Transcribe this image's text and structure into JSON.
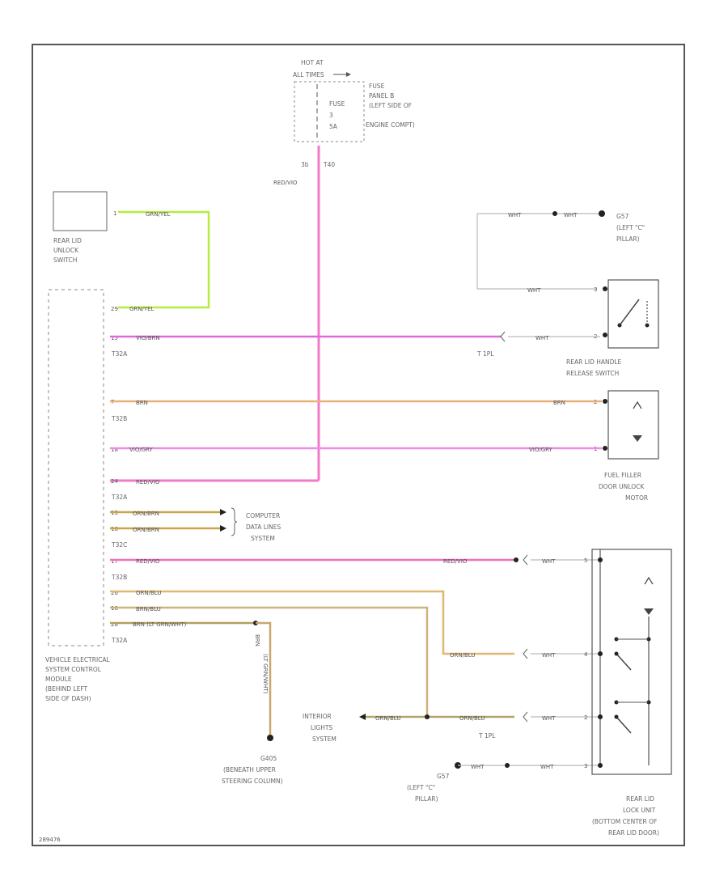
{
  "diagram": {
    "fuse_box": {
      "hot_line1": "HOT AT",
      "hot_line2": "ALL TIMES",
      "fuse_label": "FUSE",
      "fuse_number": "3",
      "fuse_rating": "5A",
      "location_lines": [
        "FUSE",
        "PANEL B",
        "(LEFT SIDE OF",
        "ENGINE COMPT)"
      ],
      "pin": "3b",
      "pin_ref": "T40"
    },
    "main_feed_wire": "RED/VIO",
    "rear_lid_unlock_switch": {
      "lines": [
        "REAR LID",
        "UNLOCK",
        "SWITCH"
      ],
      "pin": "1",
      "wire": "GRN/YEL"
    },
    "control_module": {
      "lines": [
        "VEHICLE ELECTRICAL",
        "SYSTEM CONTROL",
        "MODULE",
        "(BEHIND LEFT",
        "SIDE OF DASH)"
      ],
      "connectors": [
        "T32A",
        "T32B",
        "T32A",
        "T32C",
        "T32B",
        "T32A"
      ],
      "pins": [
        "29",
        "15",
        "7",
        "18",
        "24",
        "15",
        "16",
        "17",
        "26",
        "18",
        "28"
      ]
    },
    "wires": {
      "w_handle": "VIO/BRN",
      "w_brn": "BRN",
      "w_viogry": "VIO/GRY",
      "w_redvio": "RED/VIO",
      "w_can1": "ORN/BRN",
      "w_can2": "ORN/BRN",
      "w_lock1": "ORN/BLU",
      "w_lock2": "BRN/BLU",
      "w_ground": "BRN (LT GRN/WHT)",
      "w_ground_vert": "BRN",
      "w_ground_vert2": "(LT GRN/WHT)",
      "wht": "WHT",
      "lock_sw1_wire": "ORN/BLU",
      "lock_sw2_wire": "ORN/BLU",
      "interior_wire": "ORN/BLU"
    },
    "ground_top": {
      "label": "WHT",
      "lines": [
        "G57",
        "(LEFT \"C\"",
        "PILLAR)"
      ]
    },
    "handle_switch": {
      "lines": [
        "REAR LID HANDLE",
        "RELEASE SWITCH"
      ],
      "connector": "T 1PL",
      "pins": [
        "3",
        "2"
      ]
    },
    "fuel_filler": {
      "lines": [
        "FUEL FILLER",
        "DOOR UNLOCK",
        "MOTOR"
      ],
      "pins": [
        "2",
        "1"
      ]
    },
    "can": {
      "lines": [
        "COMPUTER",
        "DATA LINES",
        "SYSTEM"
      ]
    },
    "ground_column": {
      "lines": [
        "G405",
        "(BENEATH UPPER",
        "STEERING COLUMN)"
      ]
    },
    "interior": {
      "lines": [
        "INTERIOR",
        "LIGHTS",
        "SYSTEM"
      ]
    },
    "lock_connector": "T 1PL",
    "lock_pins": [
      "5",
      "4",
      "2",
      "3"
    ],
    "ground_bottom": {
      "lines": [
        "G57",
        "(LEFT \"C\"",
        "PILLAR)"
      ]
    },
    "lock_unit": {
      "lines": [
        "REAR LID",
        "LOCK UNIT",
        "(BOTTOM CENTER OF",
        "REAR LID DOOR)"
      ]
    },
    "figure_id": "289476"
  }
}
